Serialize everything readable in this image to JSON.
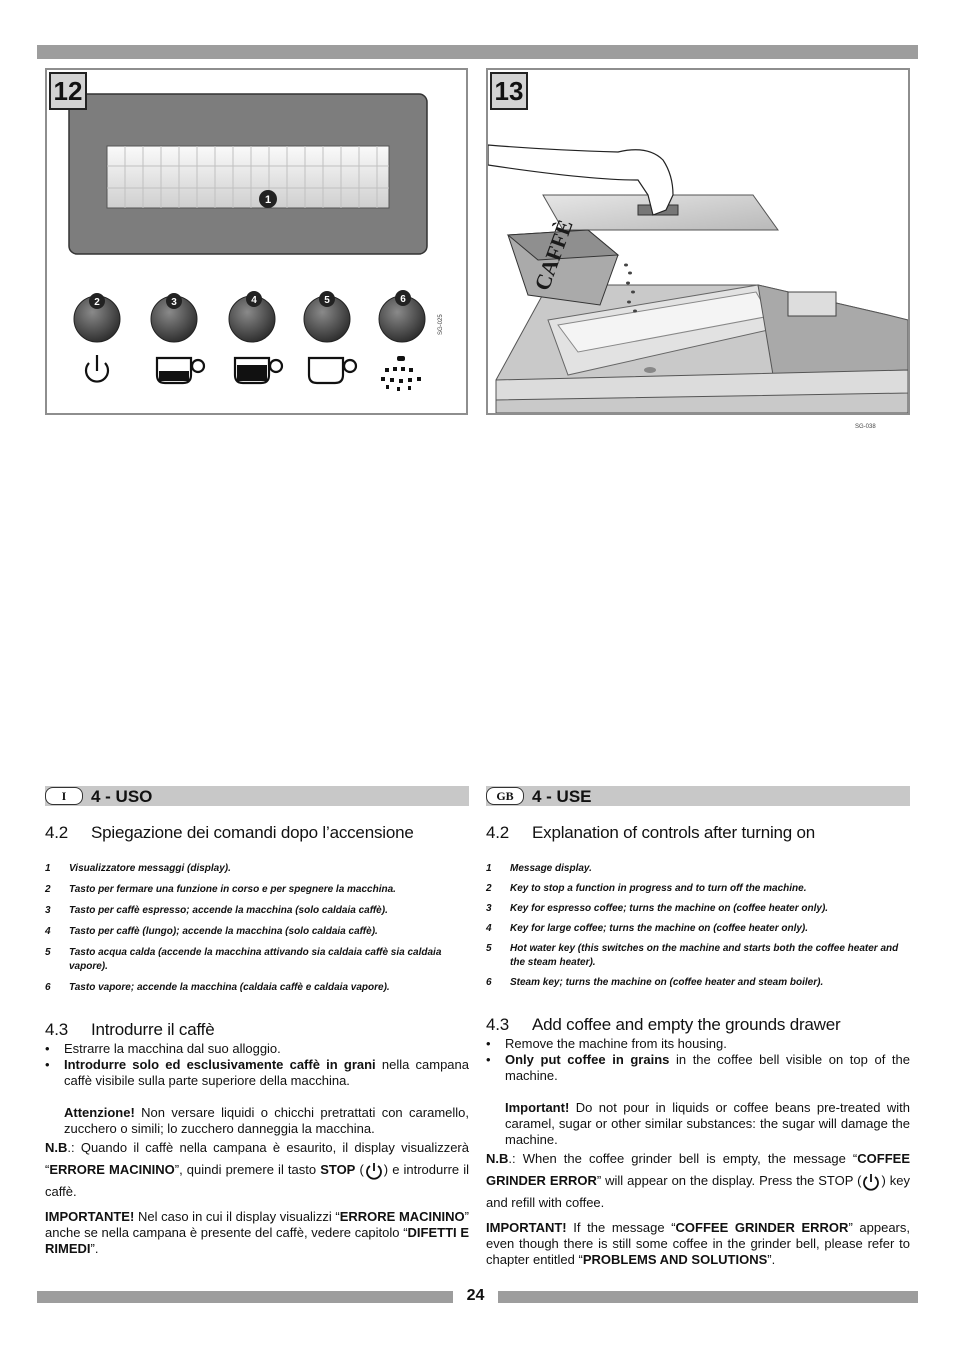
{
  "figures": {
    "fig12": {
      "number": "12",
      "code": "SG-025",
      "callouts": [
        "1",
        "2",
        "3",
        "4",
        "5",
        "6"
      ]
    },
    "fig13": {
      "number": "13",
      "code": "SG-038",
      "bag_label": "CAFFÈ"
    }
  },
  "italian": {
    "flag": "I",
    "section_title": "4 - USO",
    "s42": {
      "num": "4.2",
      "title": "Spiegazione dei comandi dopo l’accensione",
      "items": [
        {
          "n": "1",
          "text": "Visualizzatore messaggi (display)."
        },
        {
          "n": "2",
          "text": "Tasto per fermare una funzione in corso e per spegnere la macchina."
        },
        {
          "n": "3",
          "text": "Tasto per caffè espresso; accende la macchina (solo caldaia caffè)."
        },
        {
          "n": "4",
          "text": "Tasto per caffè (lungo); accende la macchina (solo caldaia caffè)."
        },
        {
          "n": "5",
          "text": "Tasto acqua calda (accende la macchina attivando sia caldaia caffè sia caldaia vapore)."
        },
        {
          "n": "6",
          "text": "Tasto vapore; accende la macchina (caldaia caffè e caldaia vapore)."
        }
      ]
    },
    "s43": {
      "num": "4.3",
      "title": "Introdurre il caffè",
      "b1": "Estrarre la macchina dal suo alloggio.",
      "b2_bold": "Introdurre solo ed esclusivamente caffè in grani",
      "b2_rest": " nella campana caffè visibile sulla parte superiore della macchina.",
      "att_bold": "Attenzione!",
      "att_rest": " Non versare liquidi o chicchi pretrattati con caramello, zucchero o simili; lo zucchero danneggia la macchina.",
      "nb_bold": "N.B",
      "nb_text1": ".: Quando il caffè nella campana è esaurito, il display visualizzerà “",
      "nb_msg": "ERRORE MACININO",
      "nb_text2": "”, quindi premere il tasto ",
      "nb_stop": "STOP",
      "nb_paren_open": " (",
      "nb_text3": ") e introdurre il caffè.",
      "imp_bold": "IMPORTANTE!",
      "imp_text1": " Nel caso in cui il display visualizzi “",
      "imp_msg": "ERRORE MACININO",
      "imp_text2": "” anche se nella campana è presente del caffè, vedere capitolo “",
      "imp_chapter": "DIFETTI E RIMEDI",
      "imp_text3": "”."
    }
  },
  "english": {
    "flag": "GB",
    "section_title": "4 - USE",
    "s42": {
      "num": "4.2",
      "title": "Explanation of controls after turning on",
      "items": [
        {
          "n": "1",
          "text": "Message display."
        },
        {
          "n": "2",
          "text": "Key to stop a function in progress and to turn off the machine."
        },
        {
          "n": "3",
          "text": "Key for espresso coffee; turns the machine on (coffee heater only)."
        },
        {
          "n": "4",
          "text": "Key for large coffee; turns the machine on (coffee heater only)."
        },
        {
          "n": "5",
          "text": "Hot water key (this switches on the machine and starts both the coffee heater and the steam heater)."
        },
        {
          "n": "6",
          "text": "Steam key; turns the machine on (coffee heater and steam boiler)."
        }
      ]
    },
    "s43": {
      "num": "4.3",
      "title": "Add coffee and empty the grounds drawer",
      "b1": "Remove the machine from its housing.",
      "b2_bold": "Only put coffee in grains",
      "b2_rest": " in the coffee bell visible on top of the machine.",
      "att_bold": "Important!",
      "att_rest": " Do not pour in liquids or coffee beans pre-treated with caramel, sugar or other similar substances: the sugar will damage the machine.",
      "nb_bold": "N.B",
      "nb_text1": ".: When the coffee grinder bell is empty, the message “",
      "nb_msg": "COFFEE GRINDER ERROR",
      "nb_text2": "” will appear on the display. Press the STOP",
      "nb_paren_open": " (",
      "nb_text3": ") key and refill with coffee.",
      "imp_bold": "IMPORTANT!",
      "imp_text1": " If the message “",
      "imp_msg": "COFFEE GRINDER ERROR",
      "imp_text2": "” appears, even though there is still some coffee in the grinder bell, please refer to chapter entitled “",
      "imp_chapter": "PROBLEMS AND SOLUTIONS",
      "imp_text3": "”."
    }
  },
  "page_number": "24"
}
